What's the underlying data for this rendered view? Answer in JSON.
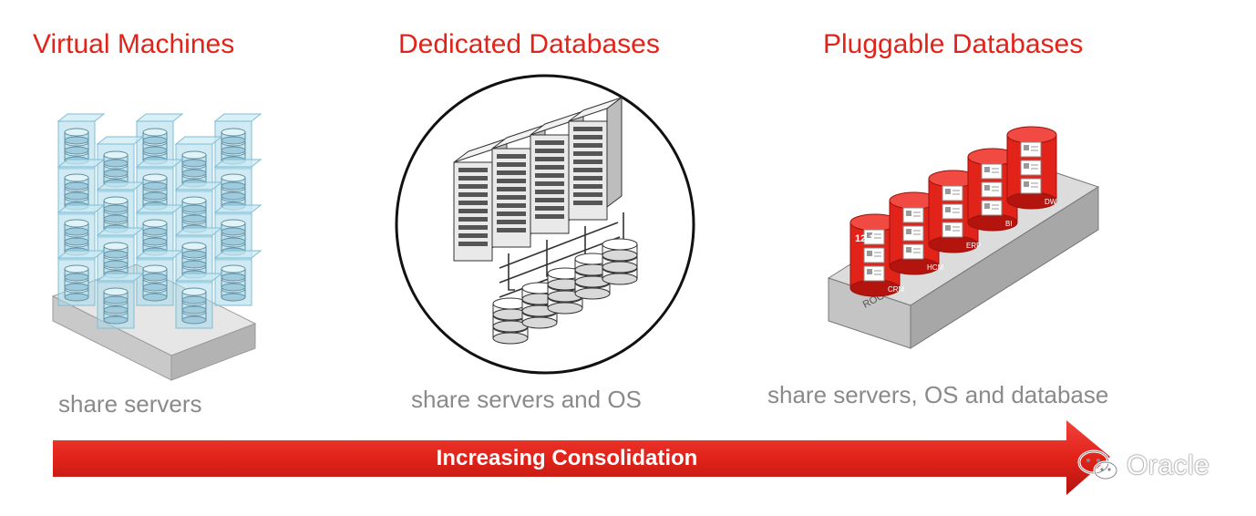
{
  "columns": [
    {
      "title": "Virtual Machines",
      "caption": "share servers"
    },
    {
      "title": "Dedicated Databases",
      "caption": "share servers and OS"
    },
    {
      "title": "Pluggable Databases",
      "caption": "share servers, OS and database"
    }
  ],
  "arrow": {
    "label": "Increasing Consolidation",
    "color": "#e2231a"
  },
  "pluggable": {
    "root_label": "ROOT",
    "version_label": "12.1",
    "pdb_labels": [
      "CRM",
      "HCM",
      "ERP",
      "BI",
      "DW"
    ]
  },
  "watermark": {
    "text": "Oracle",
    "icon": "wechat-icon"
  },
  "colors": {
    "accent": "#e2231a",
    "caption": "#8a8a8a",
    "vm": "#a9d9ea"
  }
}
